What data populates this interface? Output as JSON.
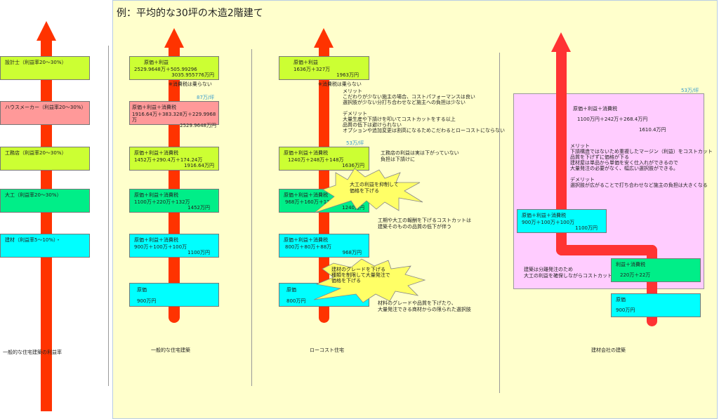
{
  "title": "例：平均的な30坪の木造2階建て",
  "col1": {
    "caption": "一般的な住宅建築の利益率",
    "boxes": [
      "設計士（利益率20〜30%）",
      "ハウスメーカー（利益率20〜30%）",
      "工務店（利益率20〜30%）",
      "大工（利益率20〜30%）",
      "建材（利益率5〜10%）・"
    ]
  },
  "col2": {
    "caption": "一般的な住宅建築",
    "per_tsubo": "87万/坪",
    "tax_note": "※消費税は乗らない",
    "boxes": [
      {
        "head": "原価＋利益",
        "formula": "2529.9648万＋505.99296",
        "total": "3035.955776万円"
      },
      {
        "head": "原価＋利益＋消費税",
        "formula": "1916.64万＋383.328万＋229.9968万",
        "total": "2529.9648万円"
      },
      {
        "head": "原価＋利益＋消費税",
        "formula": "1452万＋290.4万＋174.24万",
        "total": "1916.64万円"
      },
      {
        "head": "原価＋利益＋消費税",
        "formula": "1100万＋220万＋132万",
        "total": "1452万円"
      },
      {
        "head": "原価＋利益＋消費税",
        "formula": "900万＋100万＋100万",
        "total": "1100万円"
      },
      {
        "head": "原価",
        "formula": "900万円",
        "total": ""
      }
    ]
  },
  "col3": {
    "caption": "ローコスト住宅",
    "per_tsubo": "53万/坪",
    "tax_note": "※消費税は乗らない",
    "boxes": [
      {
        "head": "原価＋利益",
        "formula": "1636万＋327万",
        "total": "1963万円"
      },
      {
        "head": "原価＋利益＋消費税",
        "formula": "1240万＋248万＋148万",
        "total": "1636万円"
      },
      {
        "head": "原価＋利益＋消費税",
        "formula": "968万＋160万＋112万",
        "total": "1240万円"
      },
      {
        "head": "原価＋利益＋消費税",
        "formula": "800万＋80万＋88万",
        "total": "968万円"
      },
      {
        "head": "原価",
        "formula": "800万円",
        "total": ""
      }
    ],
    "merit": "メリット\nこだわりが少ない施主の場合、コストパフォーマンスは良い\n選択肢が少ない分打ち合わせなど施主への負担は少ない\n\nデメリット\n大量生産や下請けを叩いてコストカットをする以上\n品質の低下は避けられない\nオプションや追加変更は割高になるためこだわるとローコストにならない",
    "note_koumuten": "工務店の利益は実は下がっていない\n負担は下請けに",
    "burst1": "大工の利益を抑制して\n価格を下げる",
    "note_daiku": "工期や大工の報酬を下げるコストカットは\n建築そのものの品質の低下が伴う",
    "burst2": "建材のグレードを下げる\n種類を制限して大量発注で\n価格を下げる",
    "note_material": "材料のグレードや品質を下げたり、\n大量発注できる商材からの限られた選択肢"
  },
  "col4": {
    "caption": "建材会社の建築",
    "per_tsubo": "53万/坪",
    "main": {
      "head": "原価＋利益＋消費税",
      "formula": "1100万円＋242万＋268.4万円",
      "total": "1610.4万円"
    },
    "merit": "メリット\n下請構造ではないため重複したマージン（利益）をコストカット\n品質を下げずに価格が下る\n建材屋は単品から単価を安く仕入れができるので\n大量発注の必要がなく、幅広い選択肢ができる。\n\nデメリット\n選択肢が広がることで打ち合わせなど施主の負担は大きくなる",
    "boxes": [
      {
        "head": "原価＋利益＋消費税",
        "formula": "900万＋100万＋100万",
        "total": "1100万円"
      },
      {
        "head": "利益＋消費税",
        "formula": "220万＋22万",
        "total": ""
      },
      {
        "head": "原価",
        "formula": "900万円",
        "total": ""
      }
    ],
    "note": "建築は分離発注のため\n大工の利益を確保しながらコストカット"
  },
  "colors": {
    "arrow": "#ff3300",
    "lime": "#ccff33",
    "pink": "#ff9999",
    "green": "#00ee88",
    "cyan": "#00ffff",
    "panel": "#ffffcc"
  }
}
